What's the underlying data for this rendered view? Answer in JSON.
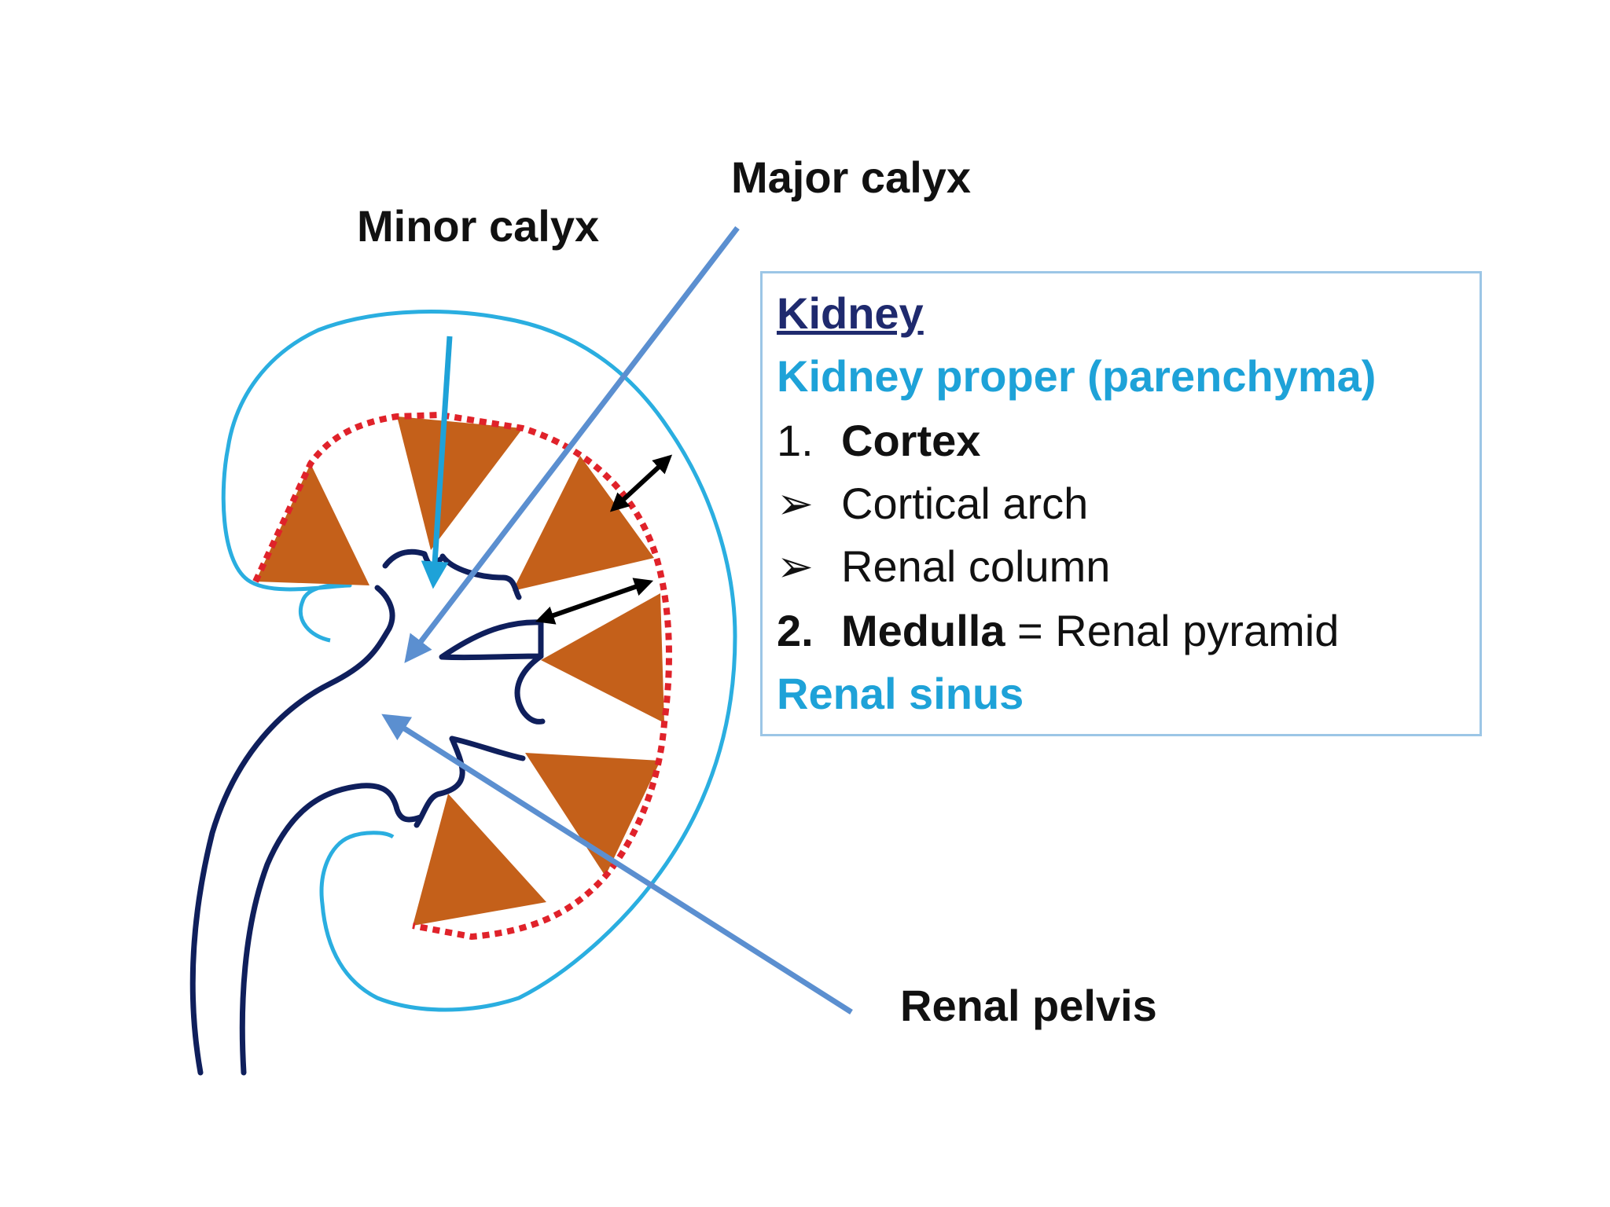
{
  "labels": {
    "major_calyx": "Major calyx",
    "minor_calyx": "Minor calyx",
    "renal_pelvis": "Renal pelvis"
  },
  "legend": {
    "title": "Kidney",
    "subtitle": "Kidney proper (parenchyma)",
    "item1_number": "1.",
    "item1_label": "Cortex",
    "bullet_symbol": "➢",
    "bullet1": "Cortical arch",
    "bullet2": "Renal column",
    "item2_number": "2.",
    "item2_label": "Medulla",
    "item2_definition": " = Renal pyramid",
    "sinus": "Renal sinus"
  },
  "colors": {
    "capsule": "#2aaee0",
    "cortex_boundary": "#e0222a",
    "pyramid": "#c4601a",
    "collecting_system": "#0f1f5c",
    "pointer_arrow": "#5b8fd0",
    "minor_calyx_arrow": "#1ea2d8",
    "thickness_arrow": "#000000"
  }
}
